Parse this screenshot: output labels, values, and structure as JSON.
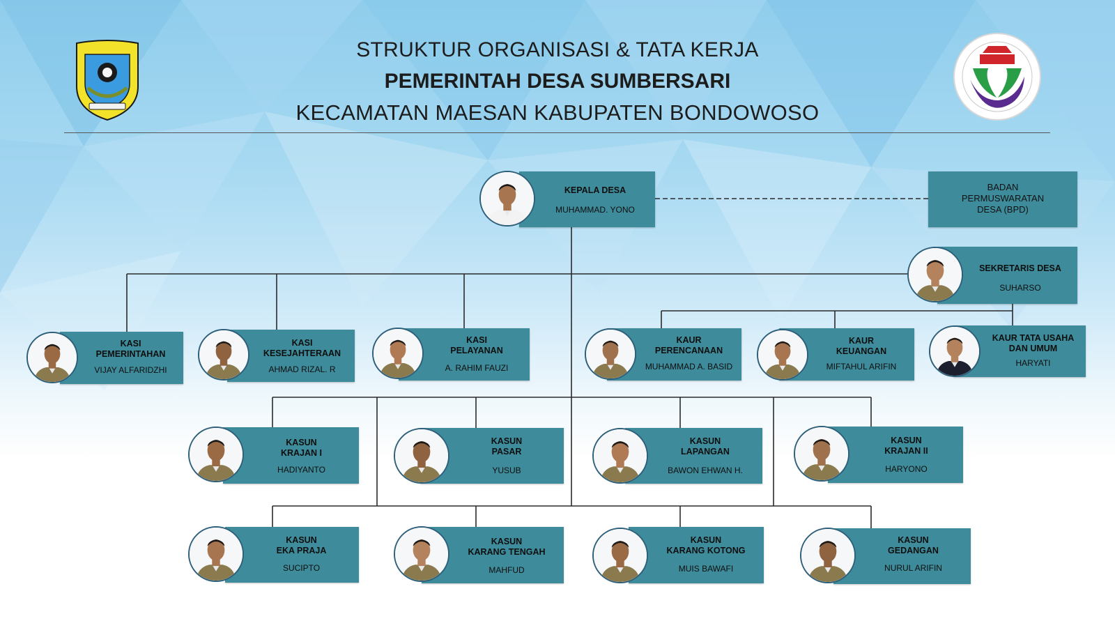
{
  "header": {
    "line1": "STRUKTUR ORGANISASI & TATA KERJA",
    "line2": "PEMERINTAH DESA SUMBERSARI",
    "line3": "KECAMATAN MAESAN KABUPATEN BONDOWOSO"
  },
  "logos": {
    "left": "bondowoso-regency-emblem-icon",
    "right": "kemendes-ministry-logo-icon"
  },
  "bpd": {
    "line1": "BADAN",
    "line2": "PERMUSWARATAN",
    "line3": "DESA (BPD)"
  },
  "kepala": {
    "role": "KEPALA DESA",
    "name": "MUHAMMAD. YONO"
  },
  "sekretaris": {
    "role": "SEKRETARIS DESA",
    "name": "SUHARSO"
  },
  "kasi": [
    {
      "role": [
        "KASI",
        "PEMERINTAHAN"
      ],
      "name": "VIJAY ALFARIDZHI"
    },
    {
      "role": [
        "KASI",
        "KESEJAHTERAAN"
      ],
      "name": "AHMAD RIZAL. R"
    },
    {
      "role": [
        "KASI",
        "PELAYANAN"
      ],
      "name": "A. RAHIM FAUZI"
    }
  ],
  "kaur": [
    {
      "role": [
        "KAUR",
        "PERENCANAAN"
      ],
      "name": "MUHAMMAD A. BASID"
    },
    {
      "role": [
        "KAUR",
        "KEUANGAN"
      ],
      "name": "MIFTAHUL ARIFIN"
    },
    {
      "role": [
        "KAUR TATA USAHA",
        "DAN UMUM"
      ],
      "name": "HARYATI"
    }
  ],
  "kasun_row1": [
    {
      "role": [
        "KASUN",
        "KRAJAN I"
      ],
      "name": "HADIYANTO"
    },
    {
      "role": [
        "KASUN",
        "PASAR"
      ],
      "name": "YUSUB"
    },
    {
      "role": [
        "KASUN",
        "LAPANGAN"
      ],
      "name": "BAWON EHWAN H."
    },
    {
      "role": [
        "KASUN",
        "KRAJAN II"
      ],
      "name": "HARYONO"
    }
  ],
  "kasun_row2": [
    {
      "role": [
        "KASUN",
        "EKA PRAJA"
      ],
      "name": "SUCIPTO"
    },
    {
      "role": [
        "KASUN",
        "KARANG TENGAH"
      ],
      "name": "MAHFUD"
    },
    {
      "role": [
        "KASUN",
        "KARANG KOTONG"
      ],
      "name": "MUIS BAWAFI"
    },
    {
      "role": [
        "KASUN",
        "GEDANGAN"
      ],
      "name": "NURUL ARIFIN"
    }
  ],
  "colors": {
    "card": "#3e8c9b",
    "line": "#2a2a2a",
    "photo_ring": "#2e5f7a"
  }
}
